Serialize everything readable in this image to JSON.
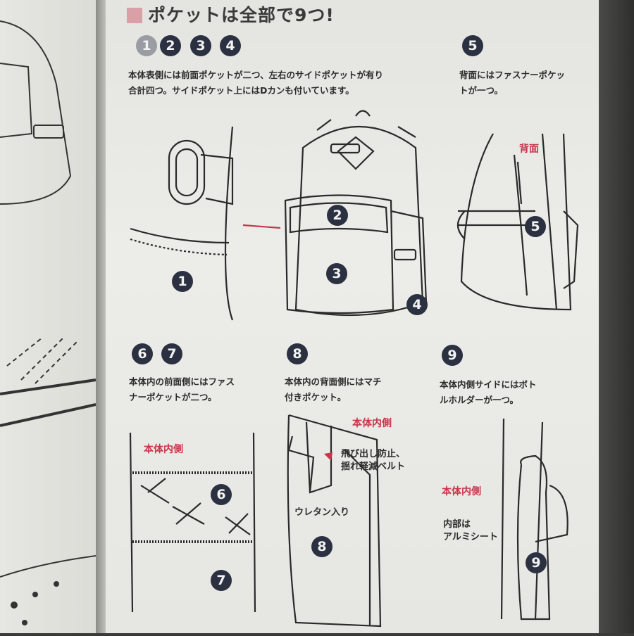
{
  "title": "ポケットは全部で9つ!",
  "section_1_4": {
    "numbers": [
      "1",
      "2",
      "3",
      "4"
    ],
    "desc_line1": "本体表側には前面ポケットが二つ、左右のサイドポケットが有り",
    "desc_line2": "合計四つ。サイドポケット上にはDカンも付いています。"
  },
  "section_5": {
    "number": "5",
    "desc_line1": "背面にはファスナーポケッ",
    "desc_line2": "トが一つ。",
    "label": "背面"
  },
  "section_6_7": {
    "numbers": [
      "6",
      "7"
    ],
    "desc_line1": "本体内の前面側にはファス",
    "desc_line2": "ナーポケットが二つ。",
    "label": "本体内側"
  },
  "section_8": {
    "number": "8",
    "desc_line1": "本体内の背面側にはマチ",
    "desc_line2": "付きポケット。",
    "label": "本体内側",
    "belt_note_line1": "飛び出し防止、",
    "belt_note_line2": "揺れ軽減ベルト",
    "urethane_note": "ウレタン入り"
  },
  "section_9": {
    "number": "9",
    "desc_line1": "本体内側サイドにはボト",
    "desc_line2": "ルホルダーが一つ。",
    "label": "本体内側",
    "inner_note_line1": "内部は",
    "inner_note_line2": "アルミシート"
  },
  "colors": {
    "accent_red": "#c7364a",
    "badge": "#2c3142"
  }
}
